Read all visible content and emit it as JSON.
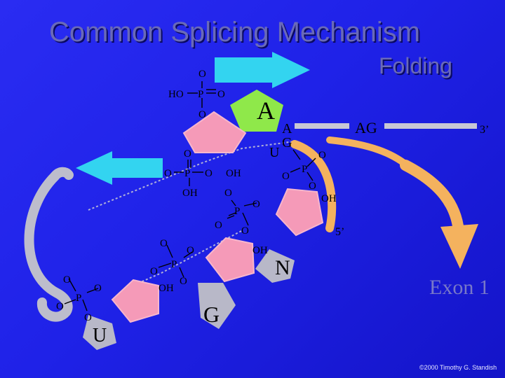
{
  "title": "Common Splicing Mechanism",
  "subtitle": "Folding",
  "exon_label": "Exon 1",
  "copyright": "©2000 Timothy G. Standish",
  "labels": {
    "O": "O",
    "P": "P",
    "HO": "HO",
    "OH": "OH",
    "A": "A",
    "G": "G",
    "U": "U",
    "N": "N",
    "AG": "AG",
    "three_prime": "3’",
    "five_prime": "5’"
  },
  "colors": {
    "background": "#1f22e8",
    "title": "#6a6ab8",
    "arrow_cyan": "#33d4f0",
    "pentose": "#f59ab8",
    "adenine": "#8fe84a",
    "intron_gray": "#b8b8c8",
    "exon_orange": "#f4b25e",
    "exon_text": "#7878c8"
  },
  "icons": [
    "right-arrow-icon",
    "left-arrow-icon",
    "curved-arrow-icon"
  ]
}
